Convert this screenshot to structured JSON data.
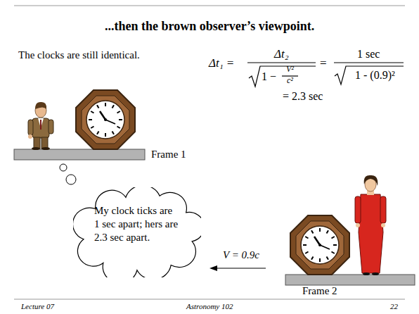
{
  "diagram": {
    "title": "...then the brown observer’s viewpoint.",
    "nodes": [
      {
        "text": [
          "My clock ticks are 1 sec apart; hers are 2.3 sec apart."
        ]
      }
    ],
    "labels": [
      "The clocks are still identical.",
      "Δt₁ =",
      "Δt₂",
      "1 −",
      "V²",
      "c²",
      "=",
      "1 sec",
      "1 - (0.9)²",
      "= 2.3 sec",
      "Frame 1",
      "V = 0.9c",
      "Frame 2",
      "Lecture 07",
      "Astronomy 102",
      "22"
    ]
  }
}
